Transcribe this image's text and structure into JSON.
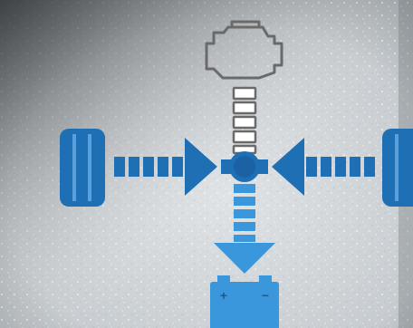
{
  "diagram": {
    "engine": {
      "icon": "engine-icon",
      "color": "#666666",
      "segments": 5
    },
    "wheels": {
      "icon": "wheel-icon",
      "color": "#1f6fb5",
      "count": 2
    },
    "left_flow": {
      "direction": "right",
      "color": "#1f6fb5",
      "segments": 6
    },
    "right_flow": {
      "direction": "left",
      "color": "#1f6fb5",
      "segments": 6
    },
    "hub": {
      "icon": "hub-icon",
      "color": "#1f6fb5"
    },
    "down_flow": {
      "direction": "down",
      "color": "#3a97db",
      "segments": 4
    },
    "battery": {
      "icon": "battery-icon",
      "color": "#3a97db",
      "plus": "+",
      "minus": "−"
    },
    "background": {
      "texture": "frost",
      "color": "#cfd3d6"
    }
  }
}
